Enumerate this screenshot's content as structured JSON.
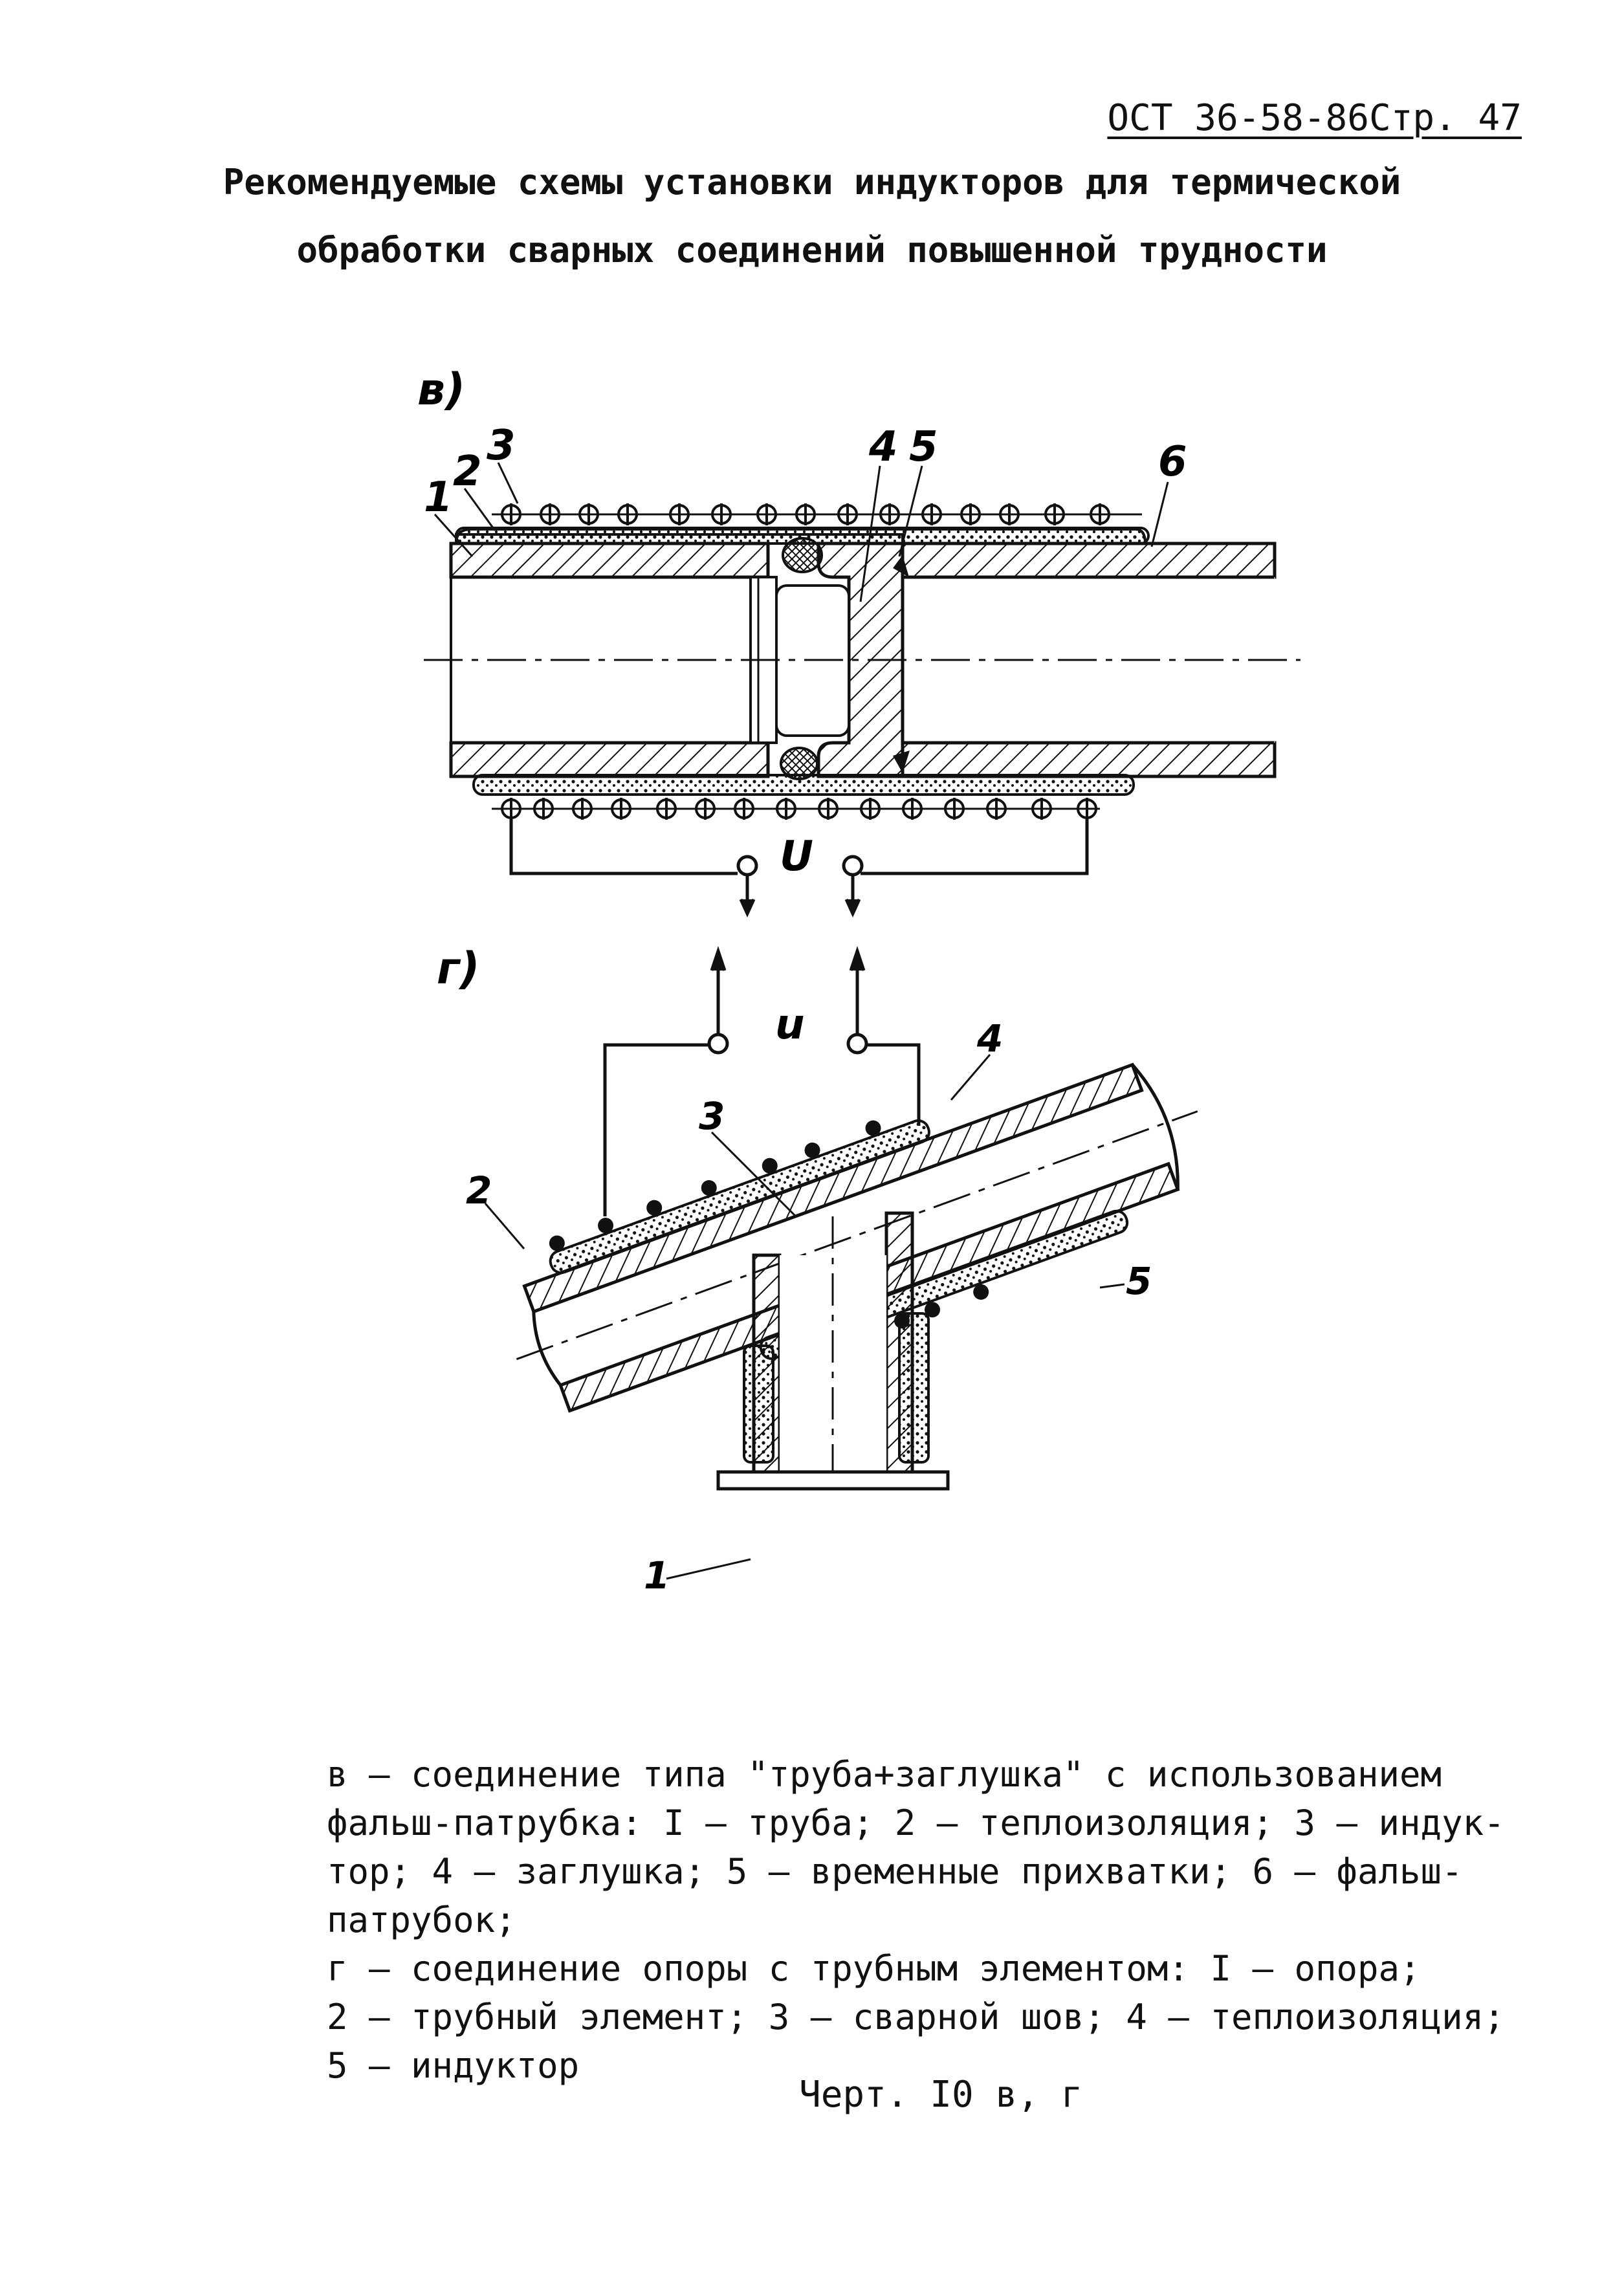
{
  "header": {
    "doc_ref": "ОСТ 36-58-86Стр. 47"
  },
  "title": {
    "line1": "Рекомендуемые схемы установки индукторов для термической",
    "line2": "обработки сварных соединений повышенной трудности"
  },
  "figure_b": {
    "label": "в)",
    "callouts": [
      "1",
      "2",
      "3",
      "4",
      "5",
      "6"
    ],
    "voltage": "U"
  },
  "figure_g": {
    "label": "г)",
    "callouts": [
      "1",
      "2",
      "3",
      "4",
      "5"
    ],
    "voltage": "u"
  },
  "caption": {
    "lines": [
      "в – соединение типа \"труба+заглушка\" с использованием",
      "фальш-патрубка: I – труба; 2 – теплоизоляция; 3 – индук-",
      "тор; 4 – заглушка; 5 – временные прихватки; 6 – фальш-",
      "патрубок;",
      "г – соединение опоры с трубным элементом: I – опора;",
      "2 – трубный элемент; 3 – сварной шов; 4 – теплоизоляция;",
      "5 – индуктор"
    ]
  },
  "chart_label": "Черт. I0 в, г"
}
